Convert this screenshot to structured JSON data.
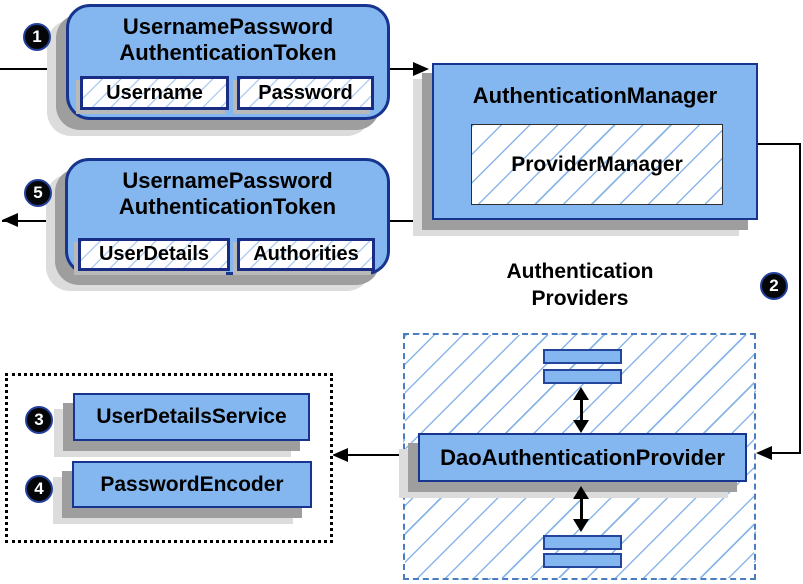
{
  "badges": {
    "step1": "1",
    "step2": "2",
    "step3": "3",
    "step4": "4",
    "step5": "5"
  },
  "token_request": {
    "title_line1": "UsernamePassword",
    "title_line2": "AuthenticationToken",
    "field1": "Username",
    "field2": "Password"
  },
  "authentication_manager": {
    "title": "AuthenticationManager",
    "inner_label": "ProviderManager"
  },
  "token_response": {
    "title_line1": "UsernamePassword",
    "title_line2": "AuthenticationToken",
    "field1": "UserDetails",
    "field2": "Authorities"
  },
  "authentication_providers": {
    "heading_line1": "Authentication",
    "heading_line2": "Providers",
    "main_provider": "DaoAuthenticationProvider"
  },
  "collaborators": {
    "user_details_service": "UserDetailsService",
    "password_encoder": "PasswordEncoder"
  },
  "colors": {
    "node_fill": "#84b7f0",
    "node_border": "#17358f",
    "hatch_line": "#8ab6e9",
    "shadow_dark": "#9e9e9e",
    "shadow_light": "#dcdcdc",
    "providers_dashed_border": "#4a7cc0",
    "dotted_group_border": "#000000",
    "connector": "#000000"
  }
}
